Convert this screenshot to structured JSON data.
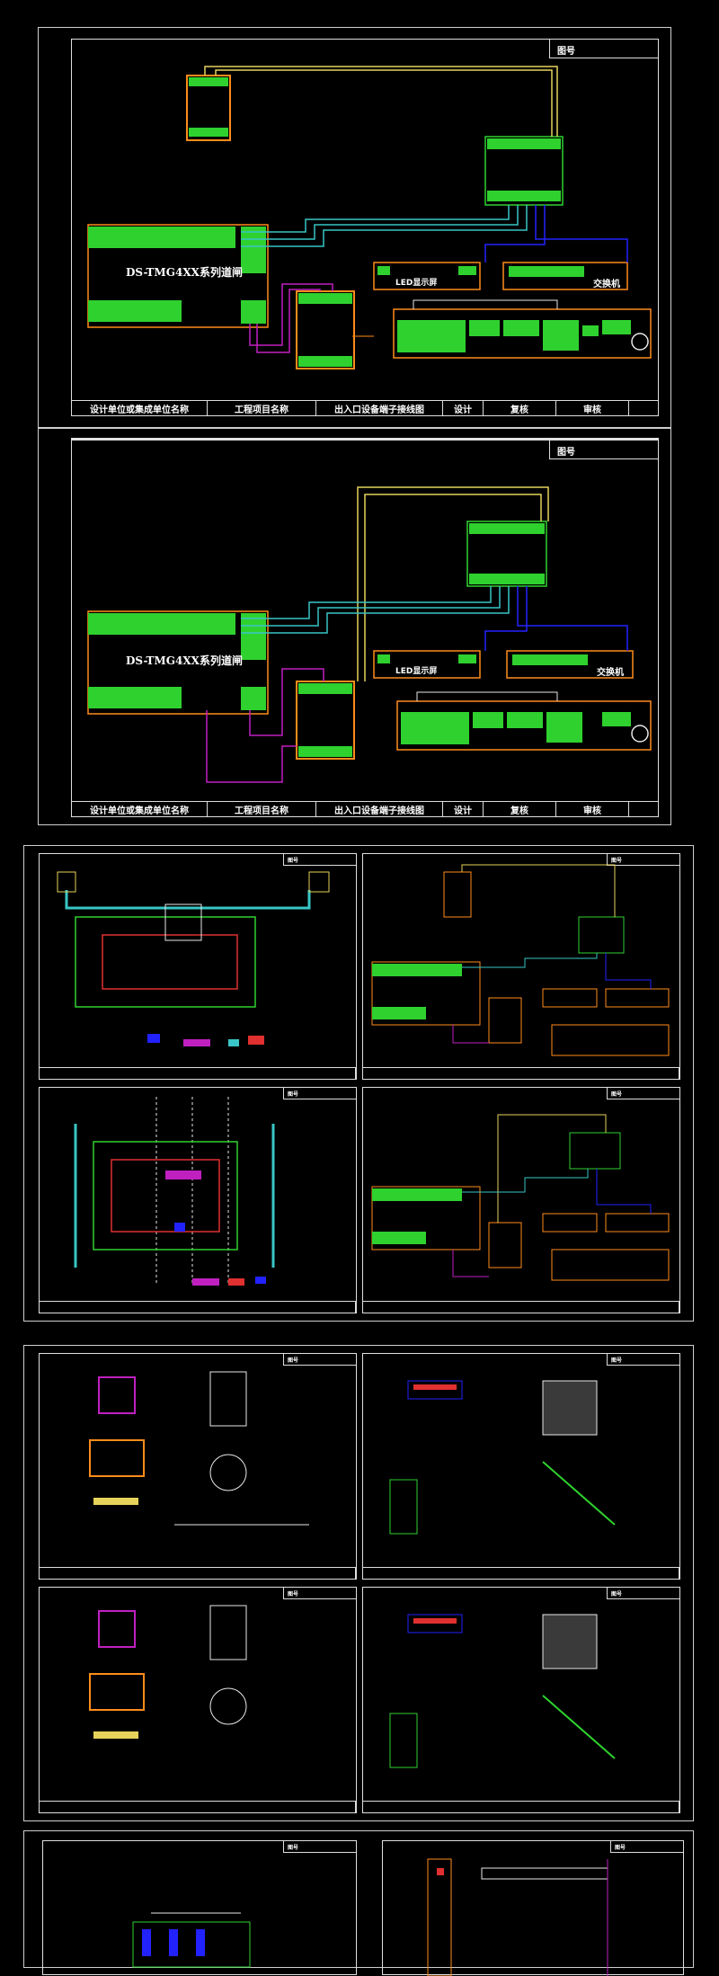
{
  "sheet_tag": "图号",
  "main_title_block": [
    "设计单位或集成单位名称",
    "工程项目名称",
    "出入口设备端子接线图",
    "设计",
    "复核",
    "审核"
  ],
  "main_title_block_2": [
    "设计单位或集成单位名称",
    "工程项目名称",
    "出入口设备端子接线图",
    "设计",
    "复核",
    "审核"
  ],
  "gate_label": "DS-TMG4XX系列道闸",
  "led_label": "LED显示屏",
  "switch_label": "交换机",
  "colors": {
    "green": "#2fd12f",
    "orange": "#ff8c1a",
    "cyan": "#39c6c6",
    "yellow": "#e6d25a",
    "blue": "#2222ff",
    "magenta": "#c020c0",
    "white": "#e8e8e8"
  }
}
